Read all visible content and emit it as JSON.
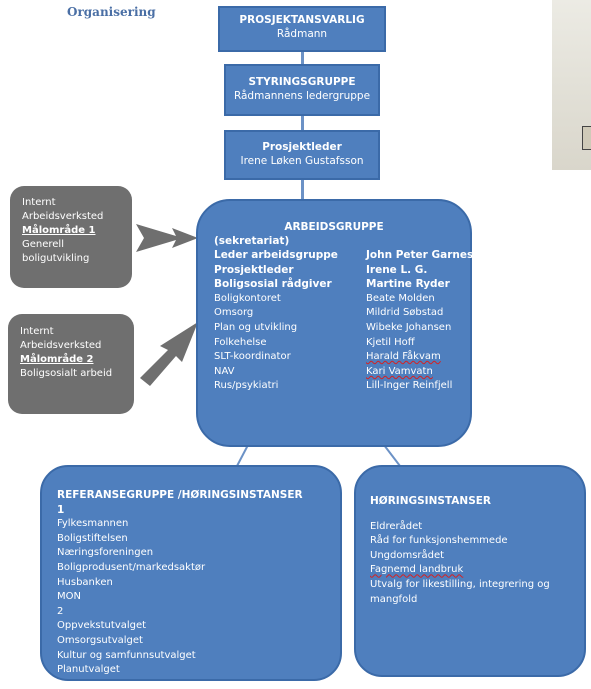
{
  "heading": "Organisering",
  "prosjektansvarlig": {
    "title": "PROSJEKTANSVARLIG",
    "sub": "Rådmann"
  },
  "styringsgruppe": {
    "title": "STYRINGSGRUPPE",
    "sub": "Rådmannens ledergruppe"
  },
  "prosjektleder": {
    "title": "Prosjektleder",
    "sub": "Irene Løken Gustafsson"
  },
  "workshop1": {
    "l1": "Internt",
    "l2": "Arbeidsverksted",
    "l3": "Målområde 1",
    "l4": "Generell",
    "l5": "boligutvikling"
  },
  "workshop2": {
    "l1": "Internt",
    "l2": "Arbeidsverksted",
    "l3": "Målområde 2",
    "l4": "Boligsosialt arbeid"
  },
  "arbeidsgruppe": {
    "title": "ARBEIDSGRUPPE",
    "sekretariat": "(sekretariat)",
    "rows": [
      {
        "role": "Leder arbeidsgruppe",
        "name": "John Peter Garnes"
      },
      {
        "role": "Prosjektleder",
        "name": "Irene L. G."
      },
      {
        "role": "Boligsosial rådgiver",
        "name": "Martine Ryder"
      },
      {
        "role": "Boligkontoret",
        "name": "Beate Molden"
      },
      {
        "role": "Omsorg",
        "name": "Mildrid Søbstad"
      },
      {
        "role": "Plan og utvikling",
        "name": "Wibeke Johansen"
      },
      {
        "role": "Folkehelse",
        "name": "Kjetil Hoff"
      },
      {
        "role": "SLT-koordinator",
        "name": "Harald Fåkvam"
      },
      {
        "role": "NAV",
        "name": "Kari Vamvatn"
      },
      {
        "role": "Rus/psykiatri",
        "name": "Lill-Inger Reinfjell"
      }
    ]
  },
  "referansegruppe": {
    "title": "REFERANSEGRUPPE /HØRINGSINSTANSER",
    "items": [
      "1",
      "Fylkesmannen",
      "Boligstiftelsen",
      "Næringsforeningen",
      "Boligprodusent/markedsaktør",
      "Husbanken",
      "MON",
      "2",
      "Oppvekstutvalget",
      "Omsorgsutvalget",
      "Kultur og samfunnsutvalget",
      "Planutvalget"
    ]
  },
  "horingsinstanser": {
    "title": "HØRINGSINSTANSER",
    "items": [
      "Eldrerådet",
      "Råd for funksjonshemmede",
      "Ungdomsrådet",
      "Fagnemd landbruk",
      "Utvalg for likestilling, integrering og",
      "mangfold"
    ]
  }
}
